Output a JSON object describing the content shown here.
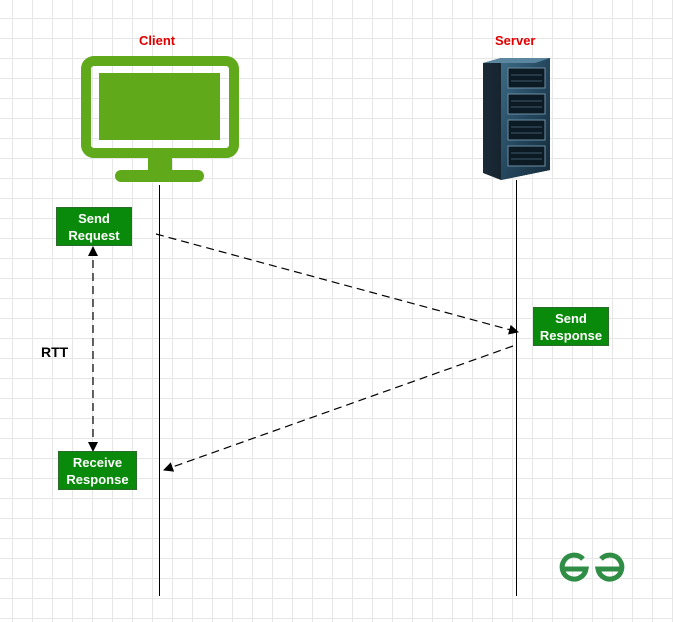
{
  "client": {
    "label": "Client",
    "icon": "monitor-icon",
    "color": "#5fa91a"
  },
  "server": {
    "label": "Server",
    "icon": "server-rack-icon"
  },
  "steps": {
    "send_request": {
      "line1": "Send",
      "line2": "Request"
    },
    "send_response": {
      "line1": "Send",
      "line2": "Response"
    },
    "receive_response": {
      "line1": "Receive",
      "line2": "Response"
    }
  },
  "rtt_label": "RTT",
  "brand": {
    "logo": "gfg-logo-icon",
    "color": "#2f8d46"
  },
  "colors": {
    "label_red": "#e00000",
    "step_green": "#0a8a0a",
    "line": "#000000"
  }
}
